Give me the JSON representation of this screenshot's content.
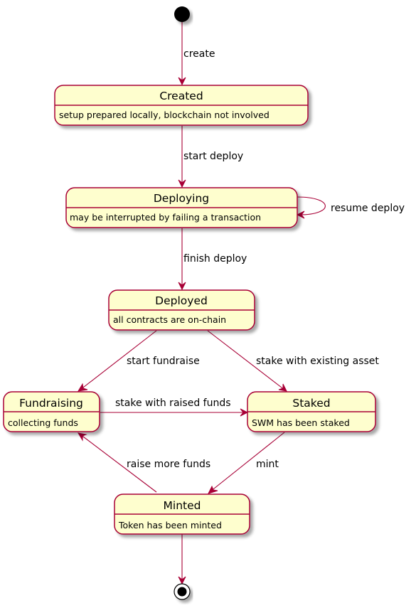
{
  "colors": {
    "state_fill": "#FEFECE",
    "state_border": "#A80036",
    "edge": "#A80036",
    "pseudo_state": "#000000"
  },
  "states": {
    "created": {
      "title": "Created",
      "desc": "setup prepared locally, blockchain not involved"
    },
    "deploying": {
      "title": "Deploying",
      "desc": "may be interrupted by failing a transaction"
    },
    "deployed": {
      "title": "Deployed",
      "desc": "all contracts are on-chain"
    },
    "fundraising": {
      "title": "Fundraising",
      "desc": "collecting funds"
    },
    "staked": {
      "title": "Staked",
      "desc": "SWM has been staked"
    },
    "minted": {
      "title": "Minted",
      "desc": "Token has been minted"
    }
  },
  "transitions": {
    "create": "create",
    "start_deploy": "start deploy",
    "resume_deploy": "resume deploy",
    "finish_deploy": "finish deploy",
    "start_fundraise": "start fundraise",
    "stake_existing": "stake with existing asset",
    "stake_raised": "stake with raised funds",
    "mint": "mint",
    "raise_more": "raise more funds"
  }
}
